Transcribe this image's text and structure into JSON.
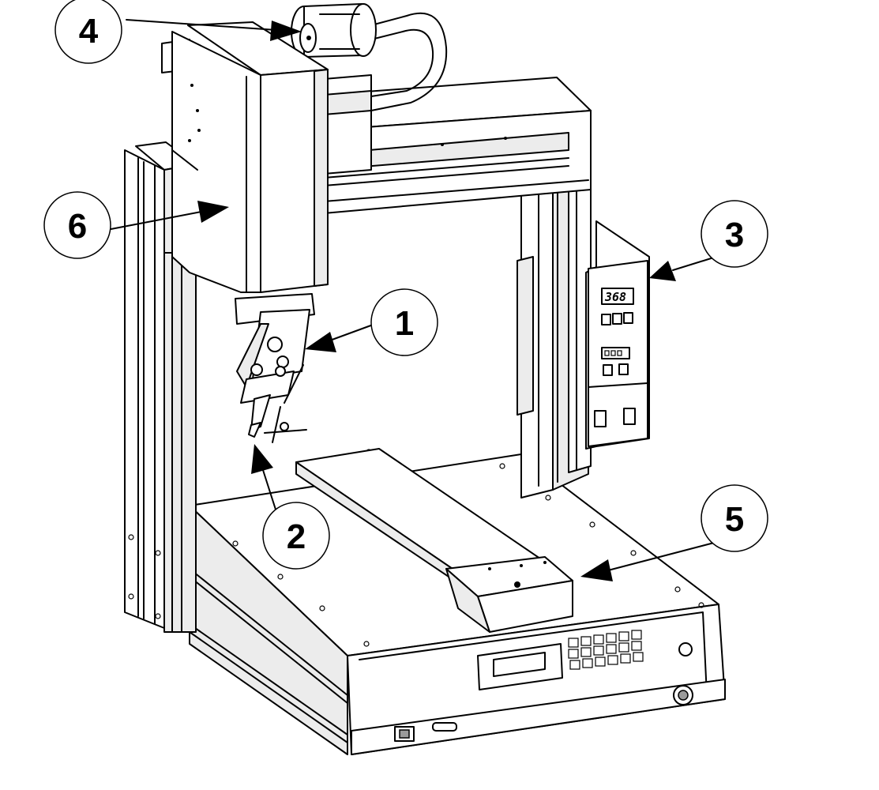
{
  "diagram": {
    "callouts": [
      {
        "id": "1",
        "label": "1"
      },
      {
        "id": "2",
        "label": "2"
      },
      {
        "id": "3",
        "label": "3"
      },
      {
        "id": "4",
        "label": "4"
      },
      {
        "id": "5",
        "label": "5"
      },
      {
        "id": "6",
        "label": "6"
      }
    ],
    "controller_display": "368",
    "colors": {
      "line": "#000000",
      "background": "#ffffff",
      "shade": "#ececec"
    }
  }
}
